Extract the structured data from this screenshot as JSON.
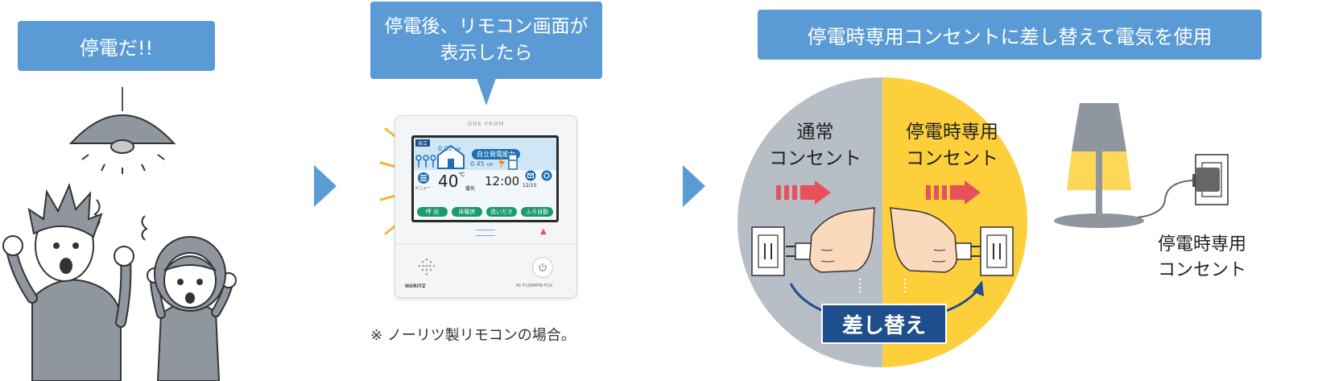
{
  "panel1": {
    "callout": "停電だ!!"
  },
  "panel2": {
    "callout_line1": "停電後、リモコン画面が",
    "callout_line2": "表示したら",
    "note": "※ ノーリツ製リモコンの場合。",
    "remote": {
      "brand_top": "ONE FROM",
      "mode_tag": "自立",
      "self_power_label": "自立発電能力",
      "power_left": "0.02",
      "power_right": "0.45",
      "power_unit": "kW",
      "menu_label": "メニュー",
      "temp": "40",
      "temp_unit": "℃",
      "priority": "優先",
      "time": "12:00",
      "date": "12/10",
      "buttons": [
        "呼 出",
        "床暖房",
        "追いだき",
        "ふろ自動"
      ],
      "maker": "NORITZ",
      "model": "RC-F156MPW-FCN"
    }
  },
  "panel3": {
    "callout": "停電時専用コンセントに差し替えて電気を使用",
    "left_label_line1": "通常",
    "left_label_line2": "コンセント",
    "right_label_line1": "停電時専用",
    "right_label_line2": "コンセント",
    "swap_label": "差し替え",
    "lamp_label_line1": "停電時専用",
    "lamp_label_line2": "コンセント"
  },
  "colors": {
    "callout_blue": "#5b9bd5",
    "yellow": "#fdd03b",
    "gray": "#b8bec5",
    "navy": "#1f4e8c",
    "red_arrow": "#e8505b"
  }
}
